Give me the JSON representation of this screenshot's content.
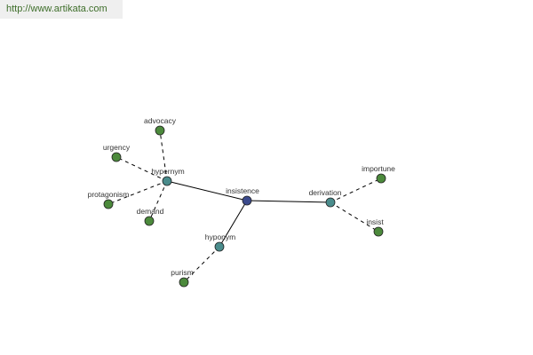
{
  "watermark": {
    "url": "http://www.artikata.com"
  },
  "graph": {
    "colors": {
      "center": "#3b4a8c",
      "relation": "#4a8c8c",
      "leaf": "#4c8a3c",
      "edge": "#000000",
      "node_stroke": "#222222"
    },
    "nodes": [
      {
        "id": "insistence",
        "label": "insistence",
        "kind": "center"
      },
      {
        "id": "hypernym",
        "label": "hypernym",
        "kind": "relation"
      },
      {
        "id": "hyponym",
        "label": "hyponym",
        "kind": "relation"
      },
      {
        "id": "derivation",
        "label": "derivation",
        "kind": "relation"
      },
      {
        "id": "advocacy",
        "label": "advocacy",
        "kind": "leaf"
      },
      {
        "id": "urgency",
        "label": "urgency",
        "kind": "leaf"
      },
      {
        "id": "protagonism",
        "label": "protagonism",
        "kind": "leaf"
      },
      {
        "id": "demand",
        "label": "demand",
        "kind": "leaf"
      },
      {
        "id": "purism",
        "label": "purism",
        "kind": "leaf"
      },
      {
        "id": "importune",
        "label": "importune",
        "kind": "leaf"
      },
      {
        "id": "insist",
        "label": "insist",
        "kind": "leaf"
      }
    ],
    "edges": [
      {
        "from": "insistence",
        "to": "hypernym",
        "style": "solid"
      },
      {
        "from": "insistence",
        "to": "hyponym",
        "style": "solid"
      },
      {
        "from": "insistence",
        "to": "derivation",
        "style": "solid"
      },
      {
        "from": "hypernym",
        "to": "advocacy",
        "style": "dashed"
      },
      {
        "from": "hypernym",
        "to": "urgency",
        "style": "dashed"
      },
      {
        "from": "hypernym",
        "to": "protagonism",
        "style": "dashed"
      },
      {
        "from": "hypernym",
        "to": "demand",
        "style": "dashed"
      },
      {
        "from": "hyponym",
        "to": "purism",
        "style": "dashed"
      },
      {
        "from": "derivation",
        "to": "importune",
        "style": "dashed"
      },
      {
        "from": "derivation",
        "to": "insist",
        "style": "dashed"
      }
    ]
  }
}
